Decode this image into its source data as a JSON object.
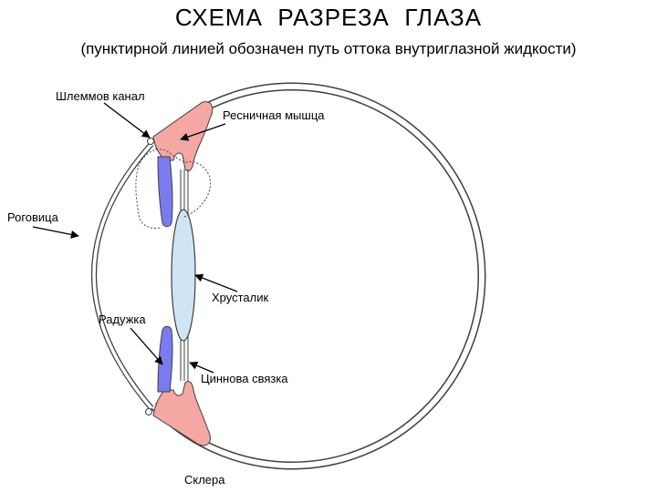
{
  "title": "СХЕМА  РАЗРЕЗА  ГЛАЗА",
  "subtitle": "(пунктирной линией обозначен путь оттока внутриглазной жидкости)",
  "labels": {
    "schlemm_canal": "Шлеммов канал",
    "ciliary_muscle": "Ресничная мышца",
    "cornea": "Роговица",
    "lens": "Хрусталик",
    "iris": "Радужка",
    "zonule": "Циннова связка",
    "sclera": "Склера"
  },
  "colors": {
    "ciliary_muscle": "#f4a7a3",
    "iris": "#7b7bef",
    "lens": "#cfe5f5",
    "outline": "#404040",
    "ring_fill": "#ffffff"
  }
}
